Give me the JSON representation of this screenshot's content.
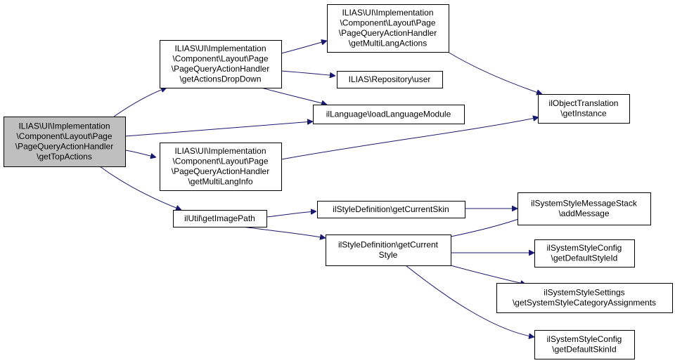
{
  "diagram": {
    "type": "call-graph",
    "colors": {
      "edge": "#191970",
      "node_border": "#000000",
      "node_fill": "#ffffff",
      "root_fill": "#bfbfbf"
    },
    "nodes": [
      {
        "id": "root",
        "lines": [
          "ILIAS\\UI\\Implementation",
          "\\Component\\Layout\\Page",
          "\\PageQueryActionHandler",
          "\\getTopActions"
        ],
        "root": true
      },
      {
        "id": "getActionsDropDown",
        "lines": [
          "ILIAS\\UI\\Implementation",
          "\\Component\\Layout\\Page",
          "\\PageQueryActionHandler",
          "\\getActionsDropDown"
        ]
      },
      {
        "id": "getMultiLangActions",
        "lines": [
          "ILIAS\\UI\\Implementation",
          "\\Component\\Layout\\Page",
          "\\PageQueryActionHandler",
          "\\getMultiLangActions"
        ]
      },
      {
        "id": "repositoryUser",
        "lines": [
          "ILIAS\\Repository\\user"
        ]
      },
      {
        "id": "loadLanguageModule",
        "lines": [
          "ilLanguage\\loadLanguageModule"
        ]
      },
      {
        "id": "objectTranslation",
        "lines": [
          "ilObjectTranslation",
          "\\getInstance"
        ]
      },
      {
        "id": "getMultiLangInfo",
        "lines": [
          "ILIAS\\UI\\Implementation",
          "\\Component\\Layout\\Page",
          "\\PageQueryActionHandler",
          "\\getMultiLangInfo"
        ]
      },
      {
        "id": "getImagePath",
        "lines": [
          "ilUtil\\getImagePath"
        ]
      },
      {
        "id": "getCurrentSkin",
        "lines": [
          "ilStyleDefinition\\getCurrentSkin"
        ]
      },
      {
        "id": "getCurrentStyle",
        "lines": [
          "ilStyleDefinition\\getCurrent",
          "Style"
        ]
      },
      {
        "id": "addMessage",
        "lines": [
          "ilSystemStyleMessageStack",
          "\\addMessage"
        ]
      },
      {
        "id": "getDefaultStyleId",
        "lines": [
          "ilSystemStyleConfig",
          "\\getDefaultStyleId"
        ]
      },
      {
        "id": "getSystemStyleCategoryAssignments",
        "lines": [
          "ilSystemStyleSettings",
          "\\getSystemStyleCategoryAssignments"
        ]
      },
      {
        "id": "getDefaultSkinId",
        "lines": [
          "ilSystemStyleConfig",
          "\\getDefaultSkinId"
        ]
      }
    ],
    "edges": [
      {
        "from": "root",
        "to": "getActionsDropDown"
      },
      {
        "from": "root",
        "to": "loadLanguageModule"
      },
      {
        "from": "root",
        "to": "getMultiLangInfo"
      },
      {
        "from": "root",
        "to": "getImagePath"
      },
      {
        "from": "getActionsDropDown",
        "to": "getMultiLangActions"
      },
      {
        "from": "getActionsDropDown",
        "to": "repositoryUser"
      },
      {
        "from": "getActionsDropDown",
        "to": "loadLanguageModule"
      },
      {
        "from": "getMultiLangActions",
        "to": "objectTranslation"
      },
      {
        "from": "getMultiLangInfo",
        "to": "objectTranslation"
      },
      {
        "from": "getImagePath",
        "to": "getCurrentSkin"
      },
      {
        "from": "getImagePath",
        "to": "getCurrentStyle"
      },
      {
        "from": "getCurrentSkin",
        "to": "addMessage"
      },
      {
        "from": "getCurrentStyle",
        "to": "addMessage"
      },
      {
        "from": "getCurrentStyle",
        "to": "getDefaultStyleId"
      },
      {
        "from": "getCurrentStyle",
        "to": "getSystemStyleCategoryAssignments"
      },
      {
        "from": "getCurrentStyle",
        "to": "getDefaultSkinId"
      }
    ]
  }
}
